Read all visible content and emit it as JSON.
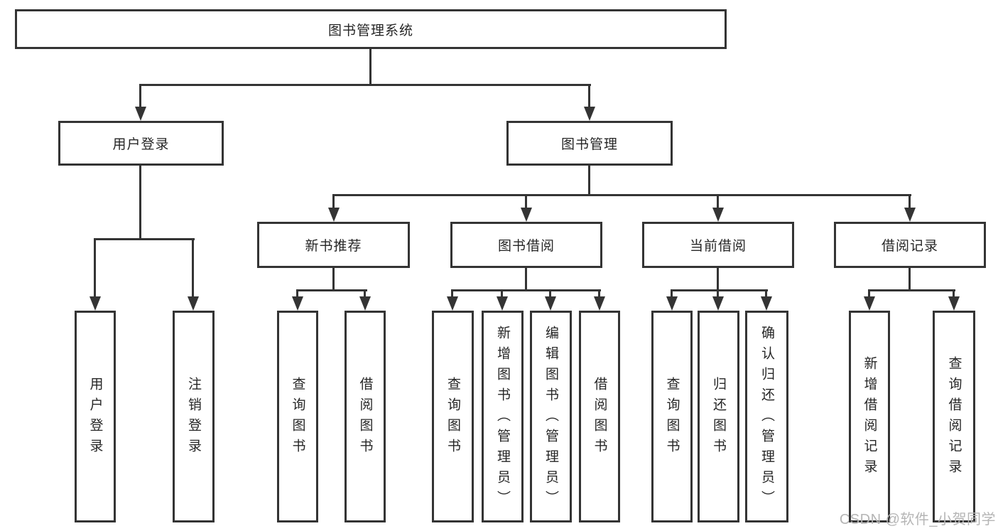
{
  "diagram": {
    "root": {
      "label": "图书管理系统"
    },
    "branches": [
      {
        "label": "用户登录",
        "children": [
          {
            "label": "用户登录"
          },
          {
            "label": "注销登录"
          }
        ]
      },
      {
        "label": "图书管理",
        "groups": [
          {
            "label": "新书推荐",
            "children": [
              {
                "label": "查询图书"
              },
              {
                "label": "借阅图书"
              }
            ]
          },
          {
            "label": "图书借阅",
            "children": [
              {
                "label": "查询图书"
              },
              {
                "label": "新增图书（管理员）"
              },
              {
                "label": "编辑图书（管理员）"
              },
              {
                "label": "借阅图书"
              }
            ]
          },
          {
            "label": "当前借阅",
            "children": [
              {
                "label": "查询图书"
              },
              {
                "label": "归还图书"
              },
              {
                "label": "确认归还（管理员）"
              }
            ]
          },
          {
            "label": "借阅记录",
            "children": [
              {
                "label": "新增借阅记录"
              },
              {
                "label": "查询借阅记录"
              }
            ]
          }
        ]
      }
    ]
  },
  "watermark": {
    "text": "CSDN @软件_小贺同学"
  },
  "colors": {
    "line": "#343434",
    "text": "#262626",
    "watermark": "#b5b5b5",
    "background": "#ffffff"
  }
}
